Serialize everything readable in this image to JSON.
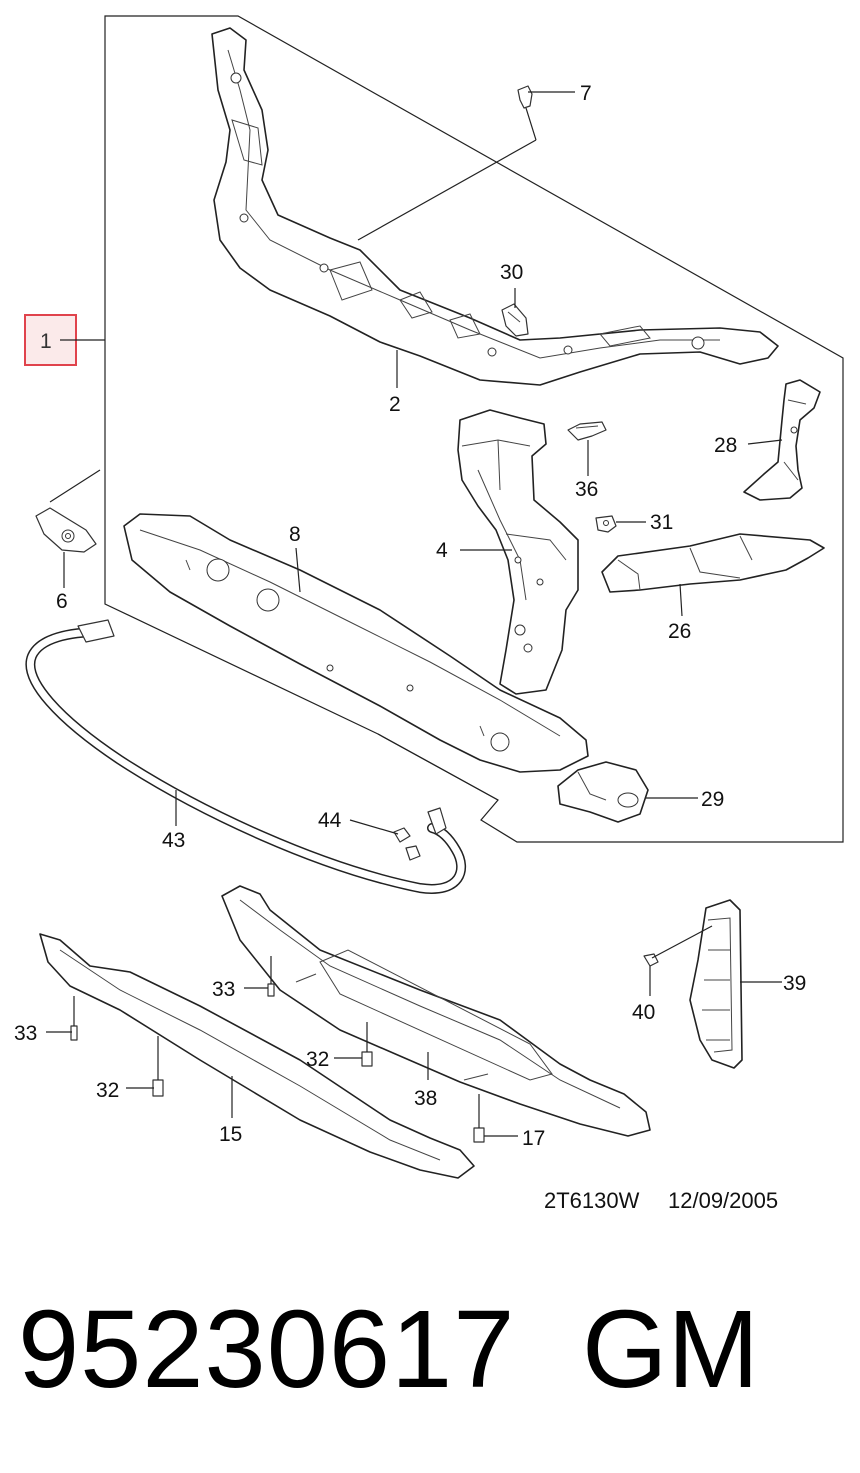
{
  "diagram": {
    "callouts": {
      "c1": "1",
      "c2": "2",
      "c4": "4",
      "c6": "6",
      "c7": "7",
      "c8": "8",
      "c15": "15",
      "c17": "17",
      "c26": "26",
      "c28": "28",
      "c29": "29",
      "c30": "30",
      "c31": "31",
      "c32a": "32",
      "c32b": "32",
      "c33a": "33",
      "c33b": "33",
      "c36": "36",
      "c38": "38",
      "c39": "39",
      "c40": "40",
      "c43": "43",
      "c44": "44"
    },
    "selected_callout": "1",
    "selection_color": "#e0434c",
    "selection_fill": "#fbeaea",
    "drawing_code": "2T6130W",
    "drawing_date": "12/09/2005"
  },
  "caption": {
    "part_number": "95230617",
    "brand": "GM"
  }
}
